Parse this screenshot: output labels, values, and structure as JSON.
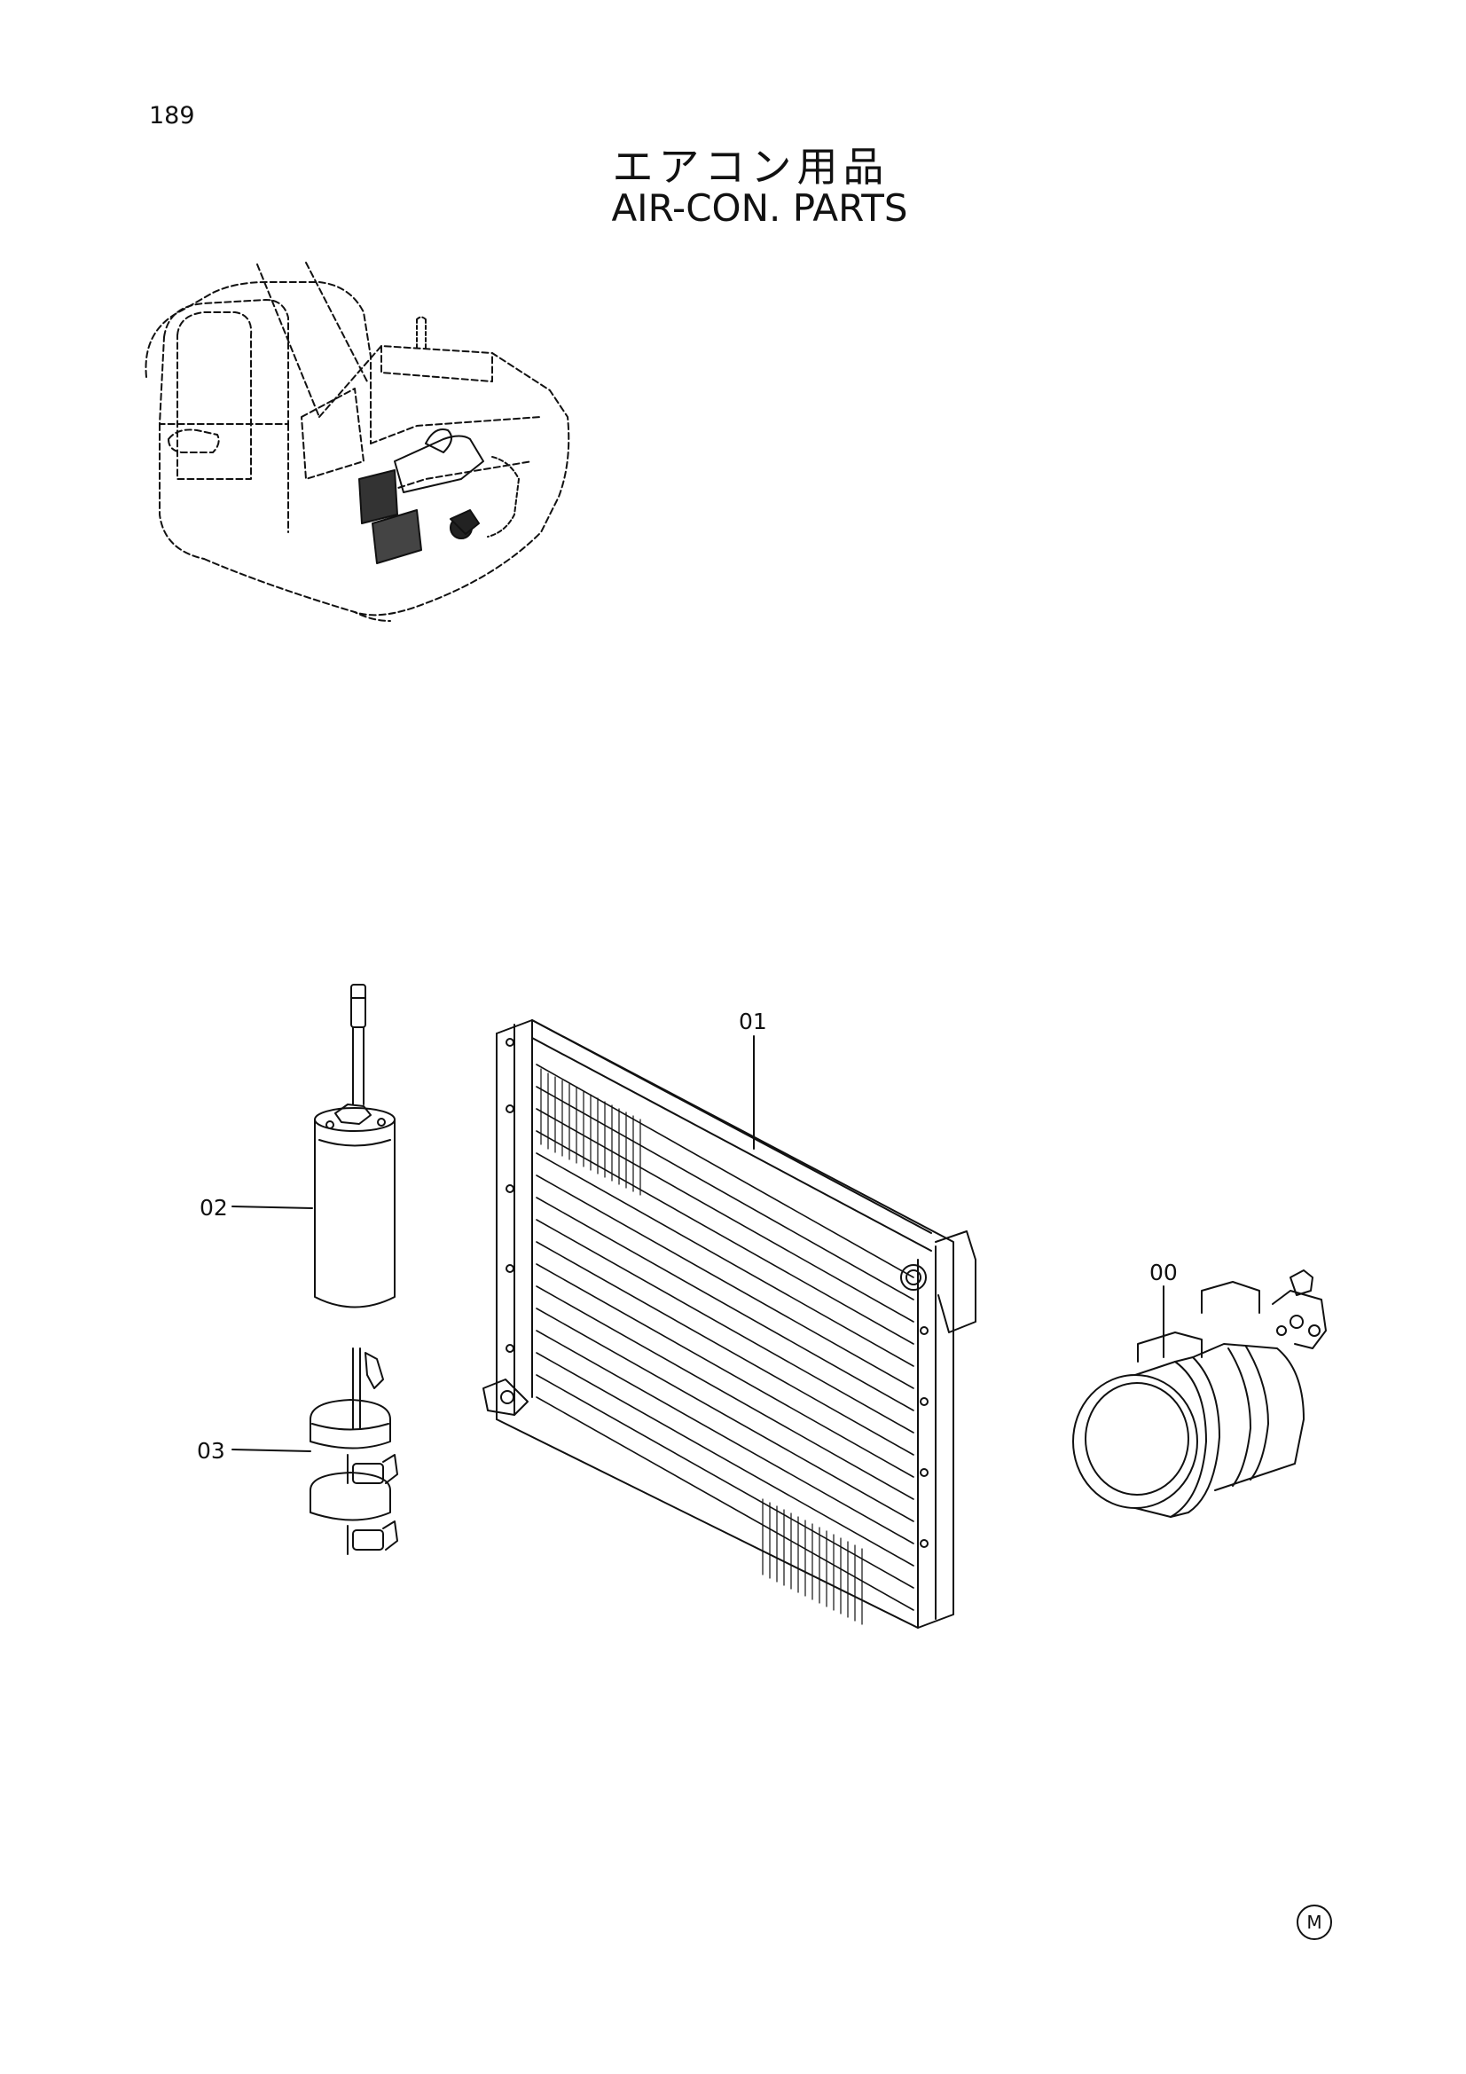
{
  "page": {
    "number": "189",
    "title_jp": "エアコン用品",
    "title_en": "AIR-CON. PARTS",
    "mark": "M"
  },
  "parts": [
    {
      "ref": "00"
    },
    {
      "ref": "01"
    },
    {
      "ref": "02"
    },
    {
      "ref": "03"
    }
  ]
}
